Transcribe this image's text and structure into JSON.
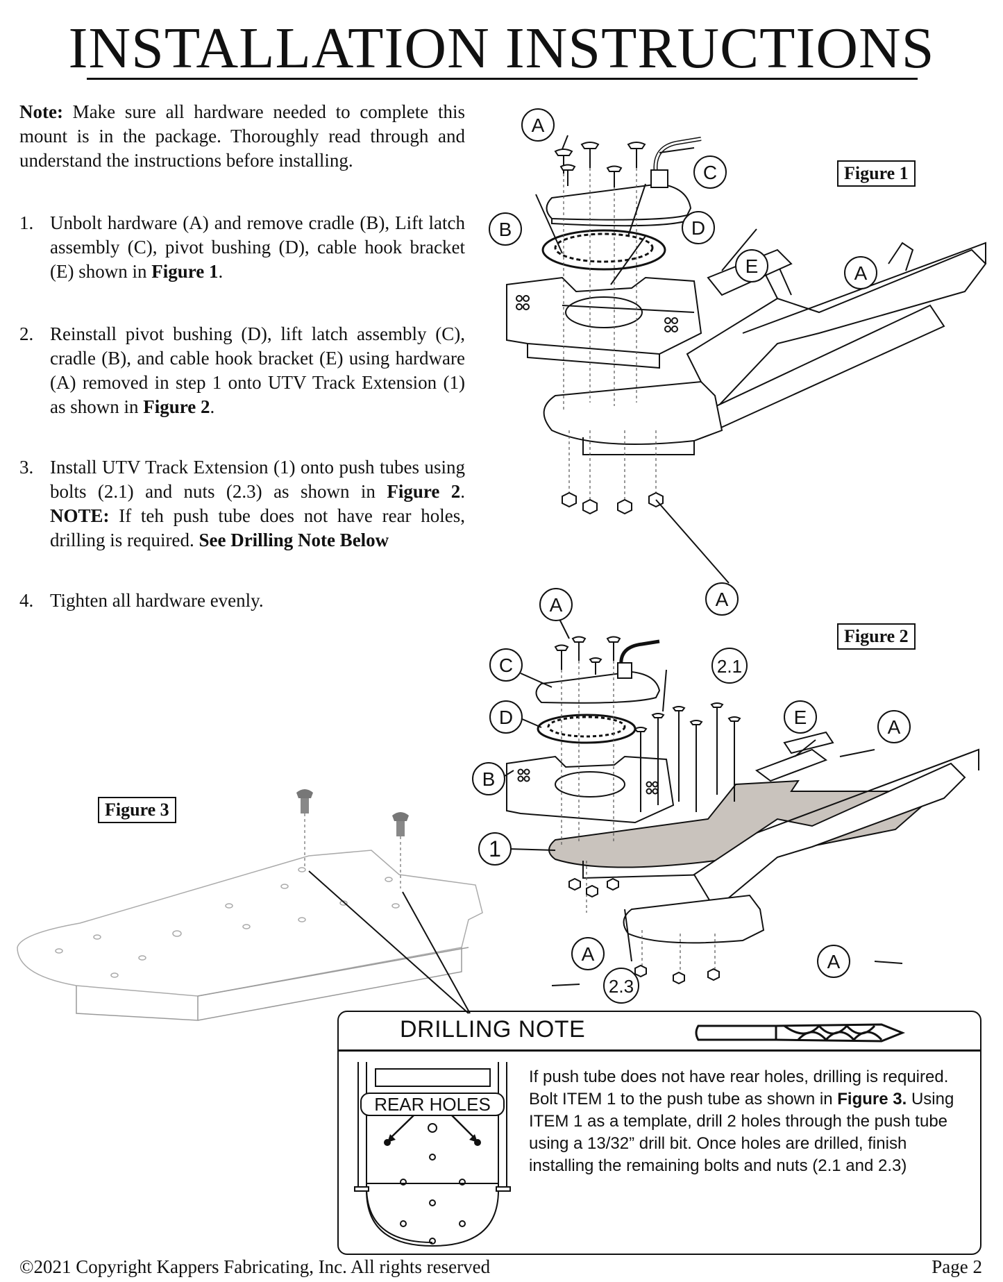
{
  "title": "INSTALLATION INSTRUCTIONS",
  "intro": {
    "label": "Note:",
    "text": " Make sure all hardware needed to complete this mount is in the package. Thoroughly read through and understand the instructions before installing."
  },
  "steps": [
    {
      "num": "1.",
      "parts": [
        "Unbolt hardware (A) and remove cradle (B), Lift latch assembly (C), pivot bushing (D), cable hook bracket (E) shown in ",
        "Figure 1",
        "."
      ]
    },
    {
      "num": "2.",
      "parts": [
        "Reinstall pivot bushing (D), lift latch assembly (C),  cradle (B), and cable hook bracket (E) using hardware (A) removed in step 1 onto UTV Track Extension (1) as shown in ",
        "Figure 2",
        "."
      ]
    },
    {
      "num": "3.",
      "parts": [
        "Install UTV Track Extension (1) onto push tubes using bolts (2.1) and nuts (2.3) as shown in ",
        "Figure 2",
        ". ",
        "NOTE:",
        " If teh push tube does not have rear holes, drilling is required. ",
        "See Drilling Note Below"
      ]
    },
    {
      "num": "4.",
      "parts": [
        "Tighten all hardware evenly."
      ]
    }
  ],
  "figures": {
    "figure1": {
      "label": "Figure 1",
      "callouts": [
        "A",
        "C",
        "B",
        "D",
        "E",
        "A",
        "A"
      ]
    },
    "figure2": {
      "label": "Figure 2",
      "callouts": [
        "A",
        "C",
        "2.1",
        "D",
        "E",
        "A",
        "B",
        "1",
        "A",
        "A",
        "2.3"
      ]
    },
    "figure3": {
      "label": "Figure 3"
    }
  },
  "drilling_note": {
    "title": "DRILLING NOTE",
    "rear_holes_label": "REAR HOLES",
    "text_1": "If push tube does not have rear holes, drilling is required. Bolt ITEM 1 to the push tube as shown in ",
    "text_bold": "Figure 3.",
    "text_2": " Using ITEM 1 as a template, drill 2 holes through the push tube using a 13/32” drill bit. Once holes are drilled, finish installing the remaining bolts and nuts (2.1 and 2.3)"
  },
  "footer": {
    "copyright": "©2021 Copyright Kappers Fabricating, Inc.   All rights reserved",
    "page": "Page 2"
  },
  "colors": {
    "ink": "#111111",
    "part_fill": "#c9c3bd",
    "line_gray": "#555555"
  }
}
